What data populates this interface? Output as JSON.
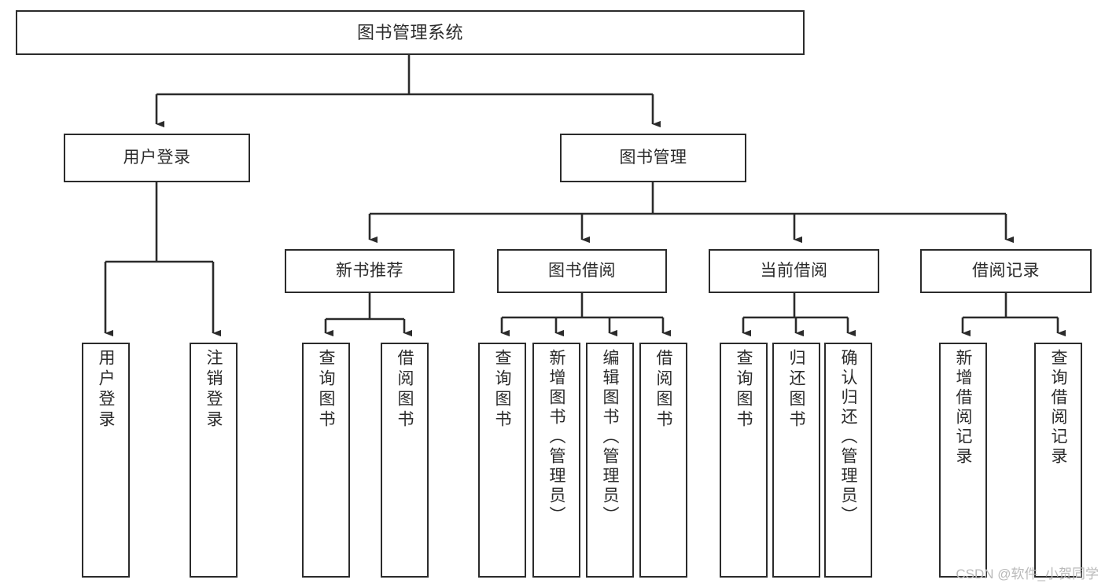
{
  "diagram": {
    "title": "图书管理系统",
    "type": "功能结构图",
    "line_color": "#2b2b2b",
    "box_fill": "#ffffff",
    "background": "#ffffff",
    "watermark": "CSDN @软件_小贺同学",
    "nodes": {
      "root": {
        "label": "图书管理系统"
      },
      "level1": [
        {
          "id": "user-login",
          "label": "用户登录"
        },
        {
          "id": "book-manage",
          "label": "图书管理"
        }
      ],
      "level2": [
        {
          "id": "new-book-recommend",
          "label": "新书推荐"
        },
        {
          "id": "book-borrow",
          "label": "图书借阅"
        },
        {
          "id": "current-borrow",
          "label": "当前借阅"
        },
        {
          "id": "borrow-record",
          "label": "借阅记录"
        }
      ],
      "leaves": {
        "user_login": [
          {
            "id": "leaf-user-login",
            "label": "用户登录"
          },
          {
            "id": "leaf-logout",
            "label": "注销登录"
          }
        ],
        "new_book_recommend": [
          {
            "id": "leaf-query-book-1",
            "label": "查询图书"
          },
          {
            "id": "leaf-borrow-book-1",
            "label": "借阅图书"
          }
        ],
        "book_borrow": [
          {
            "id": "leaf-query-book-2",
            "label": "查询图书"
          },
          {
            "id": "leaf-add-book",
            "label": "新增图书（管理员）"
          },
          {
            "id": "leaf-edit-book",
            "label": "编辑图书（管理员）"
          },
          {
            "id": "leaf-borrow-book-2",
            "label": "借阅图书"
          }
        ],
        "current_borrow": [
          {
            "id": "leaf-query-book-3",
            "label": "查询图书"
          },
          {
            "id": "leaf-return-book",
            "label": "归还图书"
          },
          {
            "id": "leaf-confirm-return",
            "label": "确认归还（管理员）"
          }
        ],
        "borrow_record": [
          {
            "id": "leaf-add-record",
            "label": "新增借阅记录"
          },
          {
            "id": "leaf-query-record",
            "label": "查询借阅记录"
          }
        ]
      }
    }
  }
}
